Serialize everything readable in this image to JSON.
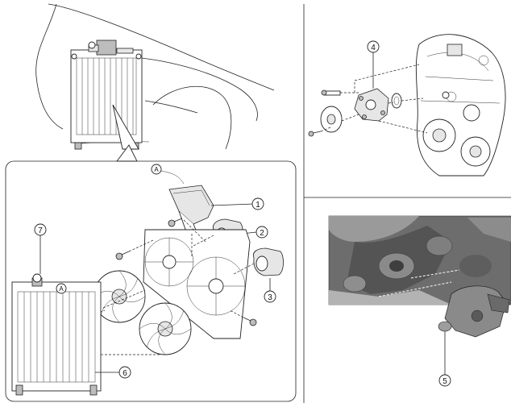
{
  "callouts": {
    "c1": "1",
    "c2": "2",
    "c3": "3",
    "c4": "4",
    "c5": "5",
    "c6": "6",
    "c7": "7"
  },
  "refs": {
    "a_top": "A",
    "a_radiator": "A"
  }
}
